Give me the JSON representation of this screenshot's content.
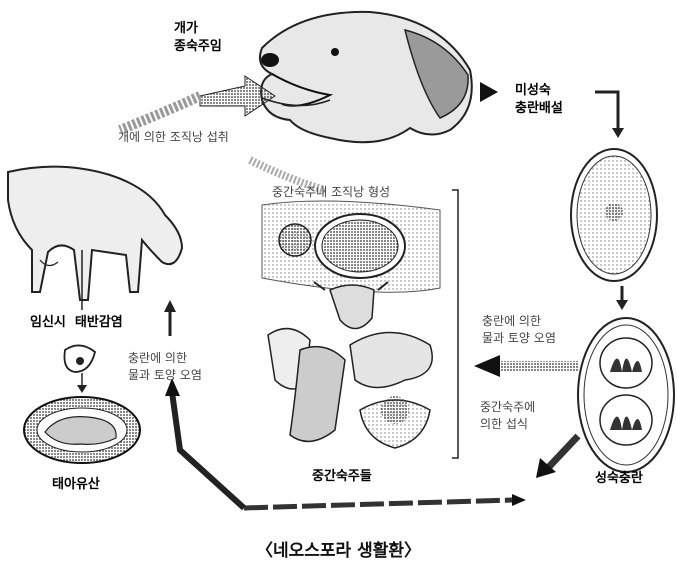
{
  "title": "〈네오스포라 생활환〉",
  "labels": {
    "dog_host_line1": "개가",
    "dog_host_line2": "종숙주임",
    "dog_ingestion": "개에 의한 조직낭 섭취",
    "unsporulated_line1": "미성숙",
    "unsporulated_line2": "충란배설",
    "tissue_cyst": "중간숙주내 조직낭 형성",
    "egg_contamination_right_line1": "충란에 의한",
    "egg_contamination_right_line2": "물과 토양 오염",
    "intermediate_ingestion_line1": "중간숙주에",
    "intermediate_ingestion_line2": "의한 섭식",
    "sporulated": "성숙충란",
    "intermediate_hosts": "중간숙주들",
    "transplacental": "임신시  태반감염",
    "egg_contamination_left_line1": "충란에 의한",
    "egg_contamination_left_line2": "물과 토양 오염",
    "abortion": "태아유산"
  },
  "icons": [
    "dog-head-icon",
    "cow-icon",
    "fetus-icon",
    "oocyst-icon",
    "sporulated-oocyst-icon",
    "tissue-cyst-icon",
    "intermediate-hosts-icon"
  ]
}
